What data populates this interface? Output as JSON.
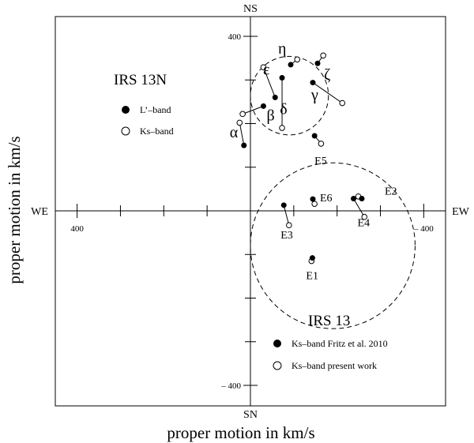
{
  "chart_data": {
    "type": "scatter",
    "xlabel": "proper motion in km/s",
    "ylabel": "proper motion in km/s",
    "xlim": [
      450,
      -450
    ],
    "ylim": [
      -450,
      450
    ],
    "xticks": [
      {
        "value": 400,
        "label": "400"
      },
      {
        "value": -400,
        "label": "– 400"
      }
    ],
    "yticks": [
      {
        "value": 400,
        "label": "400"
      },
      {
        "value": -400,
        "label": "– 400"
      }
    ],
    "directions": {
      "top": "NS",
      "bottom": "SN",
      "left": "WE",
      "right": "EW"
    },
    "regions": [
      {
        "name": "IRS 13N",
        "center": [
          -90,
          264
        ],
        "radius": 90
      },
      {
        "name": "IRS 13",
        "center": [
          -190,
          -80
        ],
        "radius": 190
      }
    ],
    "legends": [
      {
        "filled": "L’–band",
        "open": "Ks–band"
      },
      {
        "filled": "Ks–band Fritz et al. 2010",
        "open": "Ks–band present work"
      }
    ],
    "sources": [
      {
        "label": "α",
        "filled": [
          15,
          150
        ],
        "open": [
          25,
          202
        ]
      },
      {
        "label": "β",
        "filled": [
          -30,
          240
        ],
        "open": [
          18,
          222
        ]
      },
      {
        "label": "δ",
        "filled": [
          -57,
          260
        ],
        "open": [
          -30,
          329
        ]
      },
      {
        "label": "ε",
        "filled": [
          -73,
          305
        ],
        "open": [
          -73,
          190
        ]
      },
      {
        "label": "η",
        "filled": [
          -93,
          335
        ],
        "open": [
          -108,
          347
        ]
      },
      {
        "label": "γ",
        "filled": [
          -144,
          294
        ],
        "open": [
          -212,
          247
        ]
      },
      {
        "label": "ζ",
        "filled": [
          -155,
          338
        ],
        "open": [
          -168,
          356
        ]
      },
      {
        "label": "E5",
        "filled": [
          -148,
          172
        ],
        "open": [
          -163,
          154
        ]
      },
      {
        "label": "E6",
        "filled": [
          -144,
          27
        ],
        "open": [
          -148,
          16
        ]
      },
      {
        "label": "E3",
        "filled": [
          -77,
          13
        ],
        "open": [
          -89,
          -33
        ]
      },
      {
        "label": "E2",
        "filled": [
          -257,
          28
        ],
        "open": [
          -249,
          33
        ]
      },
      {
        "label": "E4",
        "filled": [
          -238,
          28
        ],
        "open": [
          -263,
          -14
        ]
      },
      {
        "label": "E1",
        "filled": [
          -143,
          -108
        ],
        "open": [
          -141,
          -115
        ]
      }
    ]
  },
  "colors": {
    "ink": "#000000",
    "paper": "#ffffff"
  }
}
